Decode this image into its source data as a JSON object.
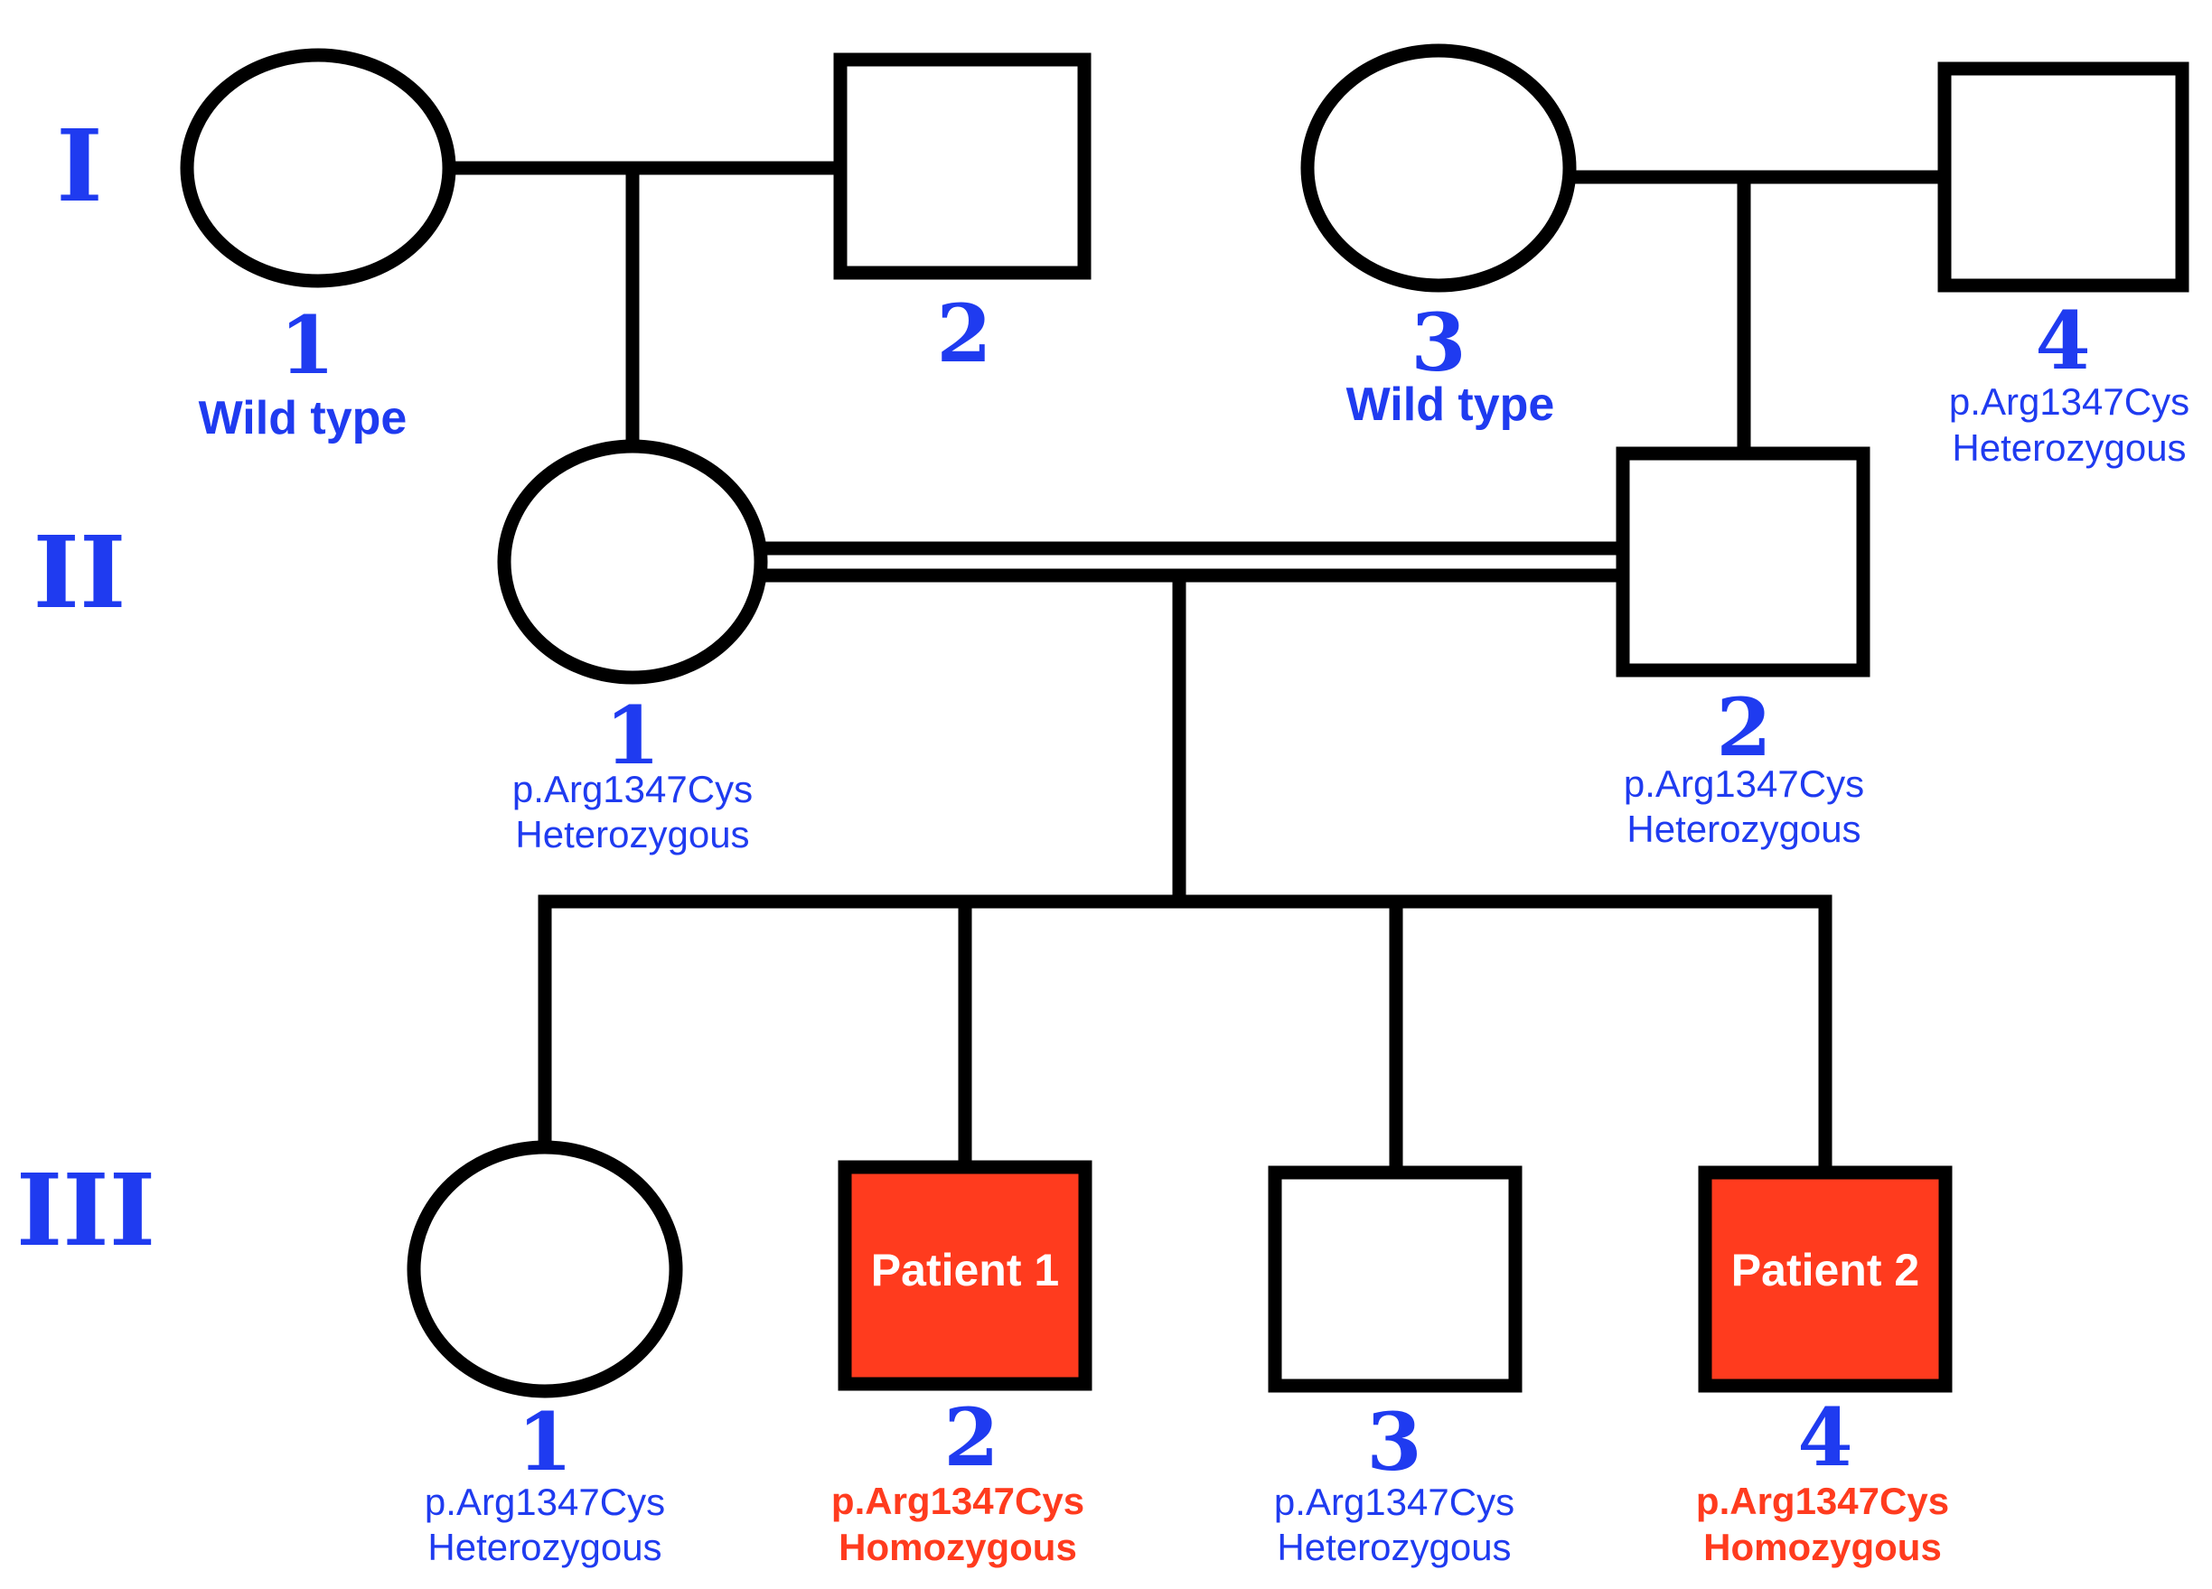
{
  "colors": {
    "label_blue": "#1f3bf0",
    "affected_red": "#ff3b1e",
    "line_black": "#000000"
  },
  "generations": {
    "g1": "I",
    "g2": "II",
    "g3": "III"
  },
  "individuals": {
    "I_1": {
      "sex": "female",
      "affected": false,
      "number": "1",
      "status": "Wild type"
    },
    "I_2": {
      "sex": "male",
      "affected": false,
      "number": "2"
    },
    "I_3": {
      "sex": "female",
      "affected": false,
      "number": "3",
      "status": "Wild type"
    },
    "I_4": {
      "sex": "male",
      "affected": false,
      "number": "4",
      "variant": "p.Arg1347Cys",
      "zygosity": "Heterozygous"
    },
    "II_1": {
      "sex": "female",
      "affected": false,
      "number": "1",
      "variant": "p.Arg1347Cys",
      "zygosity": "Heterozygous"
    },
    "II_2": {
      "sex": "male",
      "affected": false,
      "number": "2",
      "variant": "p.Arg1347Cys",
      "zygosity": "Heterozygous"
    },
    "III_1": {
      "sex": "female",
      "affected": false,
      "number": "1",
      "variant": "p.Arg1347Cys",
      "zygosity": "Heterozygous"
    },
    "III_2": {
      "sex": "male",
      "affected": true,
      "number": "2",
      "label": "Patient 1",
      "variant": "p.Arg1347Cys",
      "zygosity": "Homozygous"
    },
    "III_3": {
      "sex": "male",
      "affected": false,
      "number": "3",
      "variant": "p.Arg1347Cys",
      "zygosity": "Heterozygous"
    },
    "III_4": {
      "sex": "male",
      "affected": true,
      "number": "4",
      "label": "Patient 2",
      "variant": "p.Arg1347Cys",
      "zygosity": "Homozygous"
    }
  }
}
